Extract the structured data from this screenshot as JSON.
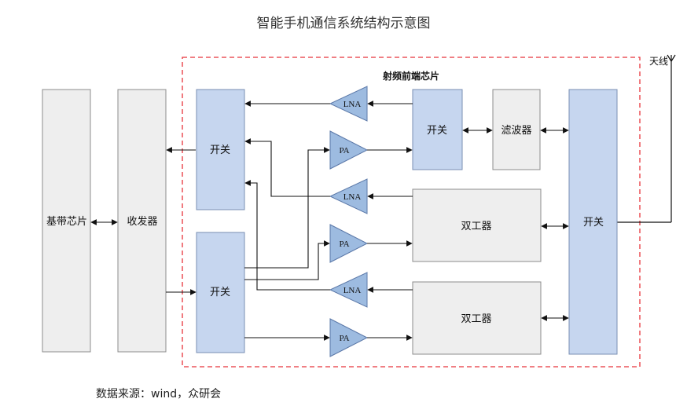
{
  "title": "智能手机通信系统结构示意图",
  "region_label": "射频前端芯片",
  "antenna_label": "天线",
  "source_note": "数据来源：wind，众研会",
  "blocks": {
    "baseband": "基带芯片",
    "transceiver": "收发器",
    "switch_top_left": "开关",
    "switch_bottom_left": "开关",
    "switch_mid": "开关",
    "filter": "滤波器",
    "duplexer_1": "双工器",
    "duplexer_2": "双工器",
    "switch_right": "开关"
  },
  "amplifiers": {
    "lna_1": "LNA",
    "pa_1": "PA",
    "lna_2": "LNA",
    "pa_2": "PA",
    "lna_3": "LNA",
    "pa_3": "PA"
  },
  "colors": {
    "blue_fill": "#c6d6ef",
    "blue_stroke": "#7a8fb3",
    "gray_fill": "#eeeeee",
    "gray_stroke": "#8c8c8c",
    "amp_fill": "#9dbbe0",
    "amp_stroke": "#5b78a8",
    "region_border": "#e8333a",
    "line": "#111111"
  }
}
